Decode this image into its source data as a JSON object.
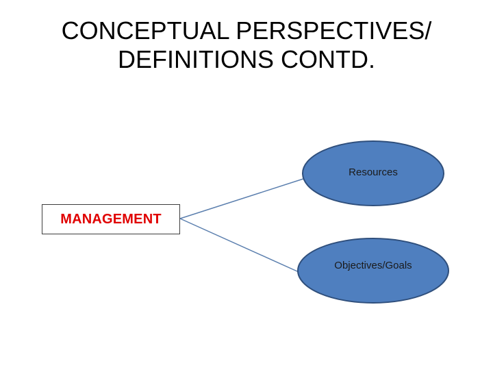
{
  "title": {
    "line1": "CONCEPTUAL PERSPECTIVES/",
    "line2": "DEFINITIONS CONTD."
  },
  "diagram": {
    "root": {
      "label": "MANAGEMENT",
      "color": "#e00000"
    },
    "nodes": [
      {
        "label": "Resources"
      },
      {
        "label": "Objectives/Goals"
      }
    ],
    "node_fill": "#4f7fbf",
    "node_stroke": "#2f4f7c",
    "connector_color": "#5b7fae"
  }
}
